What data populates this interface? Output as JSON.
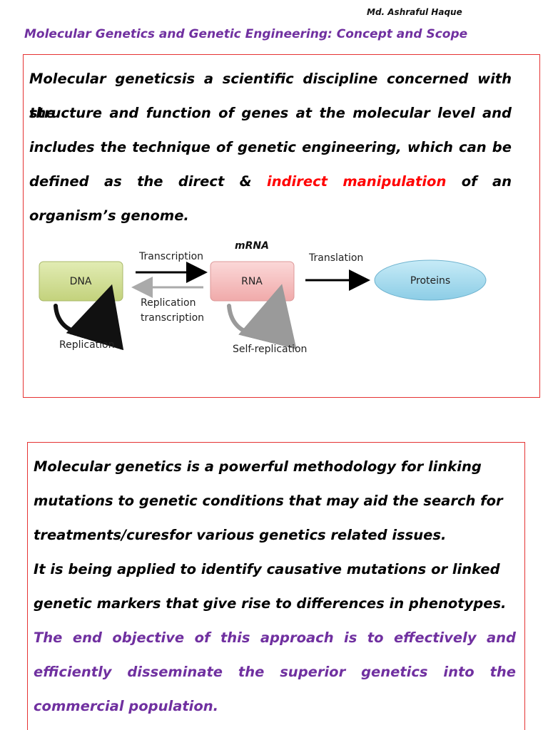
{
  "header": {
    "author": "Md. Ashraful Haque",
    "title": "Molecular Genetics and Genetic Engineering: Concept and Scope"
  },
  "section1": {
    "lines": [
      "Molecular geneticsis a scientific discipline concerned with the",
      "structure and function of genes at the molecular level and",
      "includes the technique of genetic engineering, which can be"
    ],
    "line4_start": "defined as the direct &",
    "line4_highlight": "indirect manipulation",
    "line4_end": "of an",
    "line5": "organism’s genome."
  },
  "diagram": {
    "mrna_label": "mRNA",
    "dna_label": "DNA",
    "rna_label": "RNA",
    "proteins_label": "Proteins",
    "transcription_label": "Transcription",
    "reverse_label_1": "Replication",
    "reverse_label_2": "transcription",
    "translation_label": "Translation",
    "replication_label": "Replication",
    "self_replication_label": "Self-replication",
    "colors": {
      "dna_fill": "#d4e09b",
      "rna_fill": "#f7c6c6",
      "proteins_fill": "#a9dcef",
      "highlight_red": "#ff0000",
      "purple": "#7030a0",
      "border_red": "#e53333"
    }
  },
  "section2": {
    "lines": [
      "Molecular genetics is a powerful methodology for linking",
      "mutations to genetic conditions that may aid the search for",
      "treatments/curesfor various genetics related issues.",
      "It is being applied to identify causative mutations or linked",
      "genetic markers that give rise to differences in phenotypes."
    ],
    "purple_lines": [
      "The end objective of this approach is to effectively and",
      "efficiently disseminate the superior genetics into the",
      "commercial population."
    ]
  }
}
